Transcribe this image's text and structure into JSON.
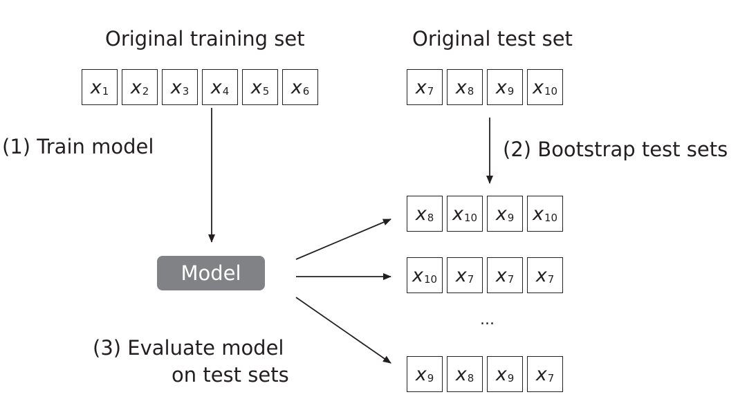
{
  "titles": {
    "training": "Original training set",
    "test": "Original test set"
  },
  "steps": {
    "train": "(1) Train model",
    "bootstrap": "(2) Bootstrap test sets",
    "evaluate_line1": "(3) Evaluate model",
    "evaluate_line2": "on test sets"
  },
  "model_label": "Model",
  "ellipsis": "...",
  "training_set": [
    "1",
    "2",
    "3",
    "4",
    "5",
    "6"
  ],
  "test_set": [
    "7",
    "8",
    "9",
    "10"
  ],
  "bootstrap_sets": [
    [
      "8",
      "10",
      "9",
      "10"
    ],
    [
      "10",
      "7",
      "7",
      "7"
    ],
    [
      "9",
      "8",
      "9",
      "7"
    ]
  ],
  "variable_symbol": "x"
}
